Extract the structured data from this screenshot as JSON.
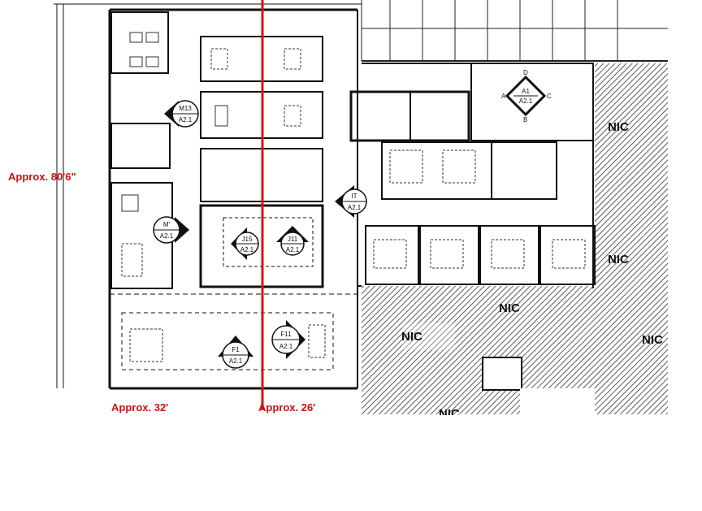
{
  "dimensions": {
    "height_label": "Approx. 80'6\"",
    "width_left_label": "Approx. 32'",
    "width_right_label": "Approx. 26'",
    "line_color": "#e01010"
  },
  "markers": [
    {
      "top": "M13",
      "bottom": "A2.1"
    },
    {
      "top": "M'",
      "bottom": "A2.1"
    },
    {
      "top": "J15",
      "bottom": "A2.1"
    },
    {
      "top": "J11",
      "bottom": "A2.1"
    },
    {
      "top": "F1",
      "bottom": "A2.1"
    },
    {
      "top": "F11",
      "bottom": "A2.1"
    },
    {
      "top": "IT",
      "bottom": "A2.1"
    },
    {
      "top": "A1",
      "bottom": "A2.1"
    }
  ],
  "elevation_letters": [
    "A",
    "B",
    "C",
    "D"
  ],
  "nic_label": "NIC"
}
